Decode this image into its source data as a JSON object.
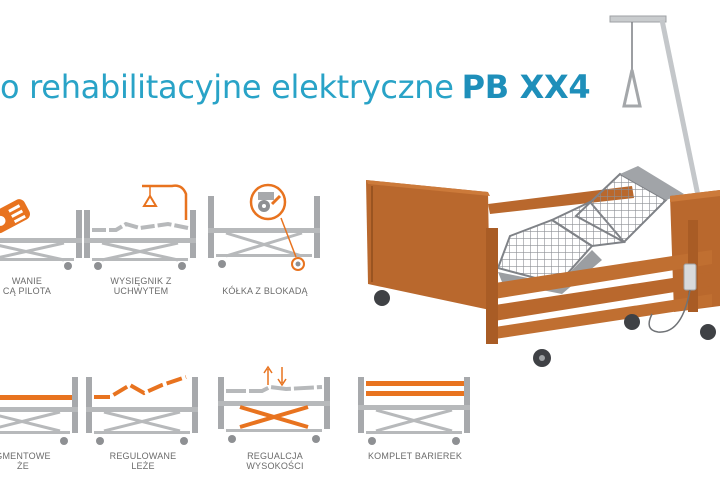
{
  "title": {
    "prefix": "o rehabilitacyjne elektryczne",
    "model": "PB XX4"
  },
  "features": [
    {
      "label": "WANIE\nCĄ PILOTA",
      "icon": "remote-control-icon"
    },
    {
      "label": "WYSIĘGNIK Z\nUCHWYTEM",
      "icon": "lifting-pole-icon"
    },
    {
      "label": "KÓŁKA Z BLOKADĄ",
      "icon": "locking-wheel-icon"
    },
    {
      "label": "GMENTOWE\nŻE",
      "icon": "segmented-mattress-platform-icon"
    },
    {
      "label": "REGULOWANE\nLEŻE",
      "icon": "adjustable-platform-icon"
    },
    {
      "label": "REGUALCJA\nWYSOKOŚCI",
      "icon": "height-adjustment-icon"
    },
    {
      "label": "KOMPLET BARIEREK",
      "icon": "side-rails-icon"
    }
  ],
  "colors": {
    "accent_orange": "#e8731f",
    "title_blue": "#29a3c7",
    "icon_gray": "#a7a9ac",
    "wood": "#b9682d"
  }
}
